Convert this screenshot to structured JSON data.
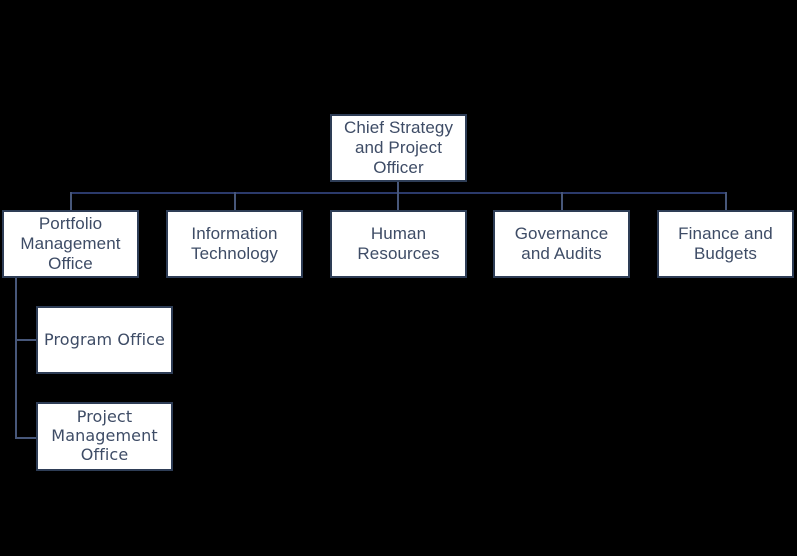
{
  "diagram": {
    "type": "organizational-chart",
    "background_color": "#000000",
    "box_fill_color": "#ffffff",
    "box_border_color": "#2e3d56",
    "text_color": "#3e4c66",
    "connector_color": "#2b3a6b",
    "root": {
      "label": "Chief Strategy and Project Officer",
      "lines": [
        "Chief Strategy",
        "and Project",
        "Officer"
      ]
    },
    "divisions": [
      {
        "id": "portfolio-management-office",
        "label": "Portfolio Management Office",
        "lines": [
          "Portfolio",
          "Management",
          "Office"
        ]
      },
      {
        "id": "information-technology",
        "label": "Information Technology",
        "lines": [
          "Information",
          "Technology"
        ]
      },
      {
        "id": "human-resources",
        "label": "Human Resources",
        "lines": [
          "Human",
          "Resources"
        ]
      },
      {
        "id": "governance-and-audits",
        "label": "Governance and Audits",
        "lines": [
          "Governance",
          "and Audits"
        ]
      },
      {
        "id": "finance-and-budgets",
        "label": "Finance and Budgets",
        "lines": [
          "Finance and",
          "Budgets"
        ]
      }
    ],
    "sub_units": [
      {
        "id": "program-office",
        "parent": "portfolio-management-office",
        "label": "Program Office",
        "lines": [
          "Program Office"
        ]
      },
      {
        "id": "project-management-office",
        "parent": "portfolio-management-office",
        "label": "Project Management Office",
        "lines": [
          "Project",
          "Management",
          "Office"
        ]
      }
    ]
  }
}
